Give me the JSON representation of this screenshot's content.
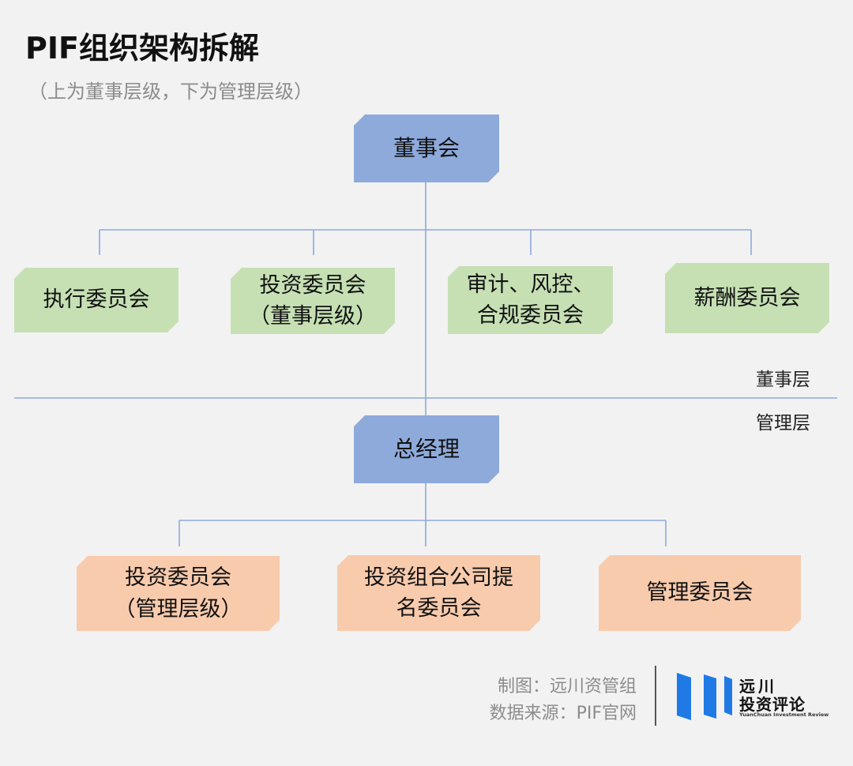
{
  "title": "PIF组织架构拆解",
  "subtitle": "（上为董事层级，下为管理层级）",
  "board": {
    "label": "董事会"
  },
  "committees_board": [
    {
      "label": "执行委员会"
    },
    {
      "label": "投资委员会\n（董事层级）"
    },
    {
      "label": "审计、风控、\n合规委员会"
    },
    {
      "label": "薪酬委员会"
    }
  ],
  "layers": {
    "board_layer": "董事层",
    "management_layer": "管理层"
  },
  "gm": {
    "label": "总经理"
  },
  "committees_management": [
    {
      "label": "投资委员会\n（管理层级）"
    },
    {
      "label": "投资组合公司提\n名委员会"
    },
    {
      "label": "管理委员会"
    }
  ],
  "footer": {
    "credit": "制图：远川资管组",
    "source": "数据来源：PIF官网"
  },
  "logo": {
    "line1": "远川",
    "line2": "投资评论",
    "english": "YuanChuan Investment Review"
  },
  "colors": {
    "top_nodes": "#8eaadb",
    "board_committees": "#c6e0b4",
    "management_committees": "#f8cbad",
    "lines": "#8eaadb",
    "logo_blue": "#1f7ae6"
  }
}
